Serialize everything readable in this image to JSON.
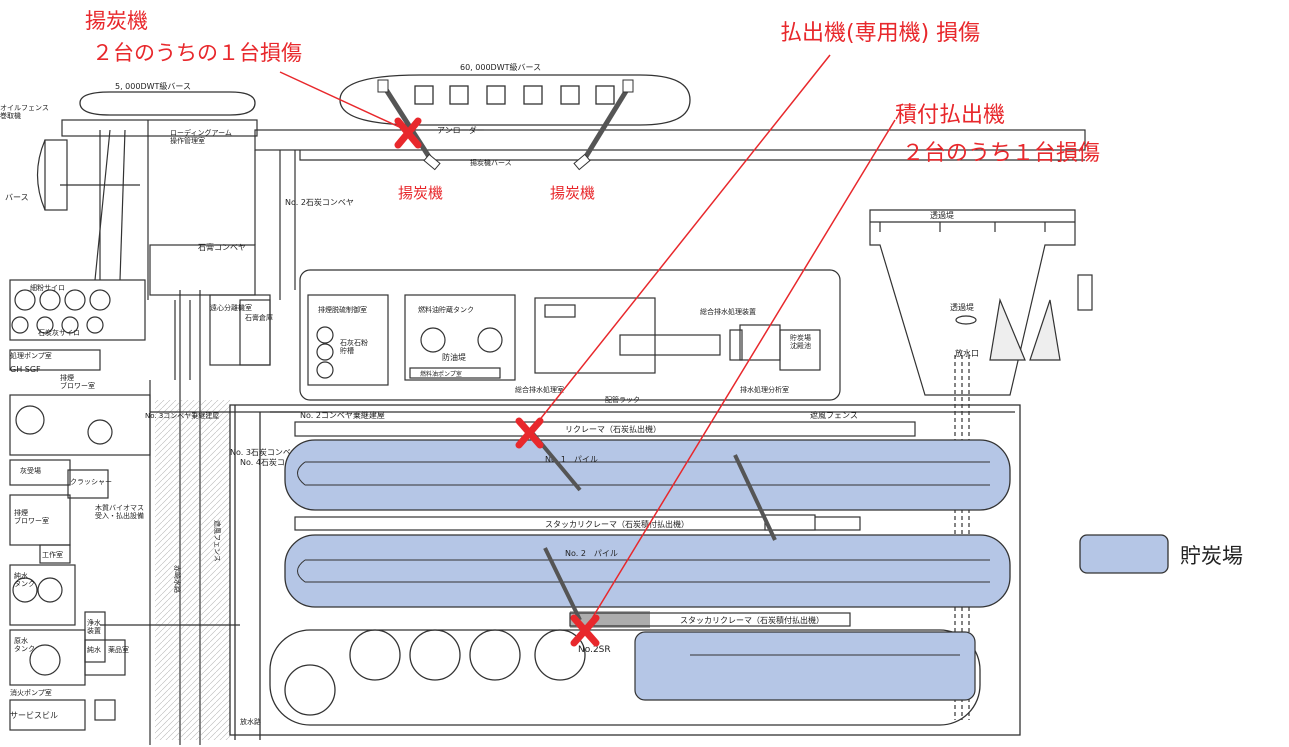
{
  "annotations": {
    "unloader_title": "揚炭機",
    "unloader_damage": "２台のうちの１台損傷",
    "reclaimer_damage": "払出機(専用機) 損傷",
    "stacker_title": "積付払出機",
    "stacker_damage": "２台のうち１台損傷",
    "unloader_label_1": "揚炭機",
    "unloader_label_2": "揚炭機"
  },
  "legend": {
    "coal_yard": "貯炭場",
    "coal_yard_color": "#b5c6e6"
  },
  "colors": {
    "accent_red": "#e8282c",
    "line": "#333333"
  },
  "map": {
    "berth_60k": "60, 000DWT級バース",
    "berth_5k": "5, 000DWT級バース",
    "oil_fence": "オイルフェンス\n巻取機",
    "loading_arm": "ローディングアーム\n操作管理室",
    "unloader": "アンローダー",
    "unloader_berth": "揚炭機バース",
    "berth_left": "バース",
    "conveyor_no2": "No. 2石炭コンベヤ",
    "gypsum_conveyor": "石膏コンベヤ",
    "ash_silo": "細粉サイロ",
    "ash_silo2": "石炭灰サイロ",
    "pump_room": "処理ポンプ室",
    "ghsgf": "GH SGF",
    "blower_room": "排煙\nブロワー室",
    "gypsum_sep": "遠心分離機室",
    "gypsum_store": "石膏倉庫",
    "desulf_control": "排煙脱硫制御室",
    "limestone_silo": "石灰石粉\n貯槽",
    "fuel_tank": "燃料油貯蔵タンク",
    "oil_dike": "防油堤",
    "fuel_pump": "燃料油ポンプ室",
    "wastewater_plant": "総合排水処理装置",
    "wastewater_room": "総合排水処理室",
    "pipe_rack": "配管ラック",
    "storage_pond": "貯炭場\n沈殿池",
    "wastewater_analysis": "排水処理分析室",
    "settling": "透過堤",
    "settling2": "透過堤",
    "outlet": "放水口",
    "conveyor_house": "No. 2コンベヤ乗継建屋",
    "conveyor_house_left": "No. 3コンベヤ乗継建屋",
    "windbreak": "遮風フェンス",
    "windbreak2": "遮風フェンス",
    "reclaimer": "リクレーマ（石炭払出機）",
    "pile1": "No. 1　パイル",
    "pile2": "No. 2　パイル",
    "stacker1": "スタッカリクレーマ（石炭積付払出機）",
    "stacker2": "スタッカリクレーマ（石炭積付払出機）",
    "no2sr": "No.2SR",
    "conveyor_no3": "No. 3石炭コンベヤ",
    "conveyor_no4": "No. 4石炭コンベヤ",
    "crusher": "クラッシャー",
    "bio": "木質バイオマス\n受入・払出設備",
    "blower2": "排煙\nブロワー室",
    "workshop": "工作室",
    "pure_water": "純水\nタンク",
    "raw_water": "原水\nタンク",
    "water_eq": "浄水\n装置",
    "pure_water2": "純水",
    "aux": "薬品室",
    "fire_pump": "消火ポンプ室",
    "service": "サービスビル",
    "drain": "放水路",
    "ash_store": "灰受場",
    "road": "赤崎水路"
  }
}
